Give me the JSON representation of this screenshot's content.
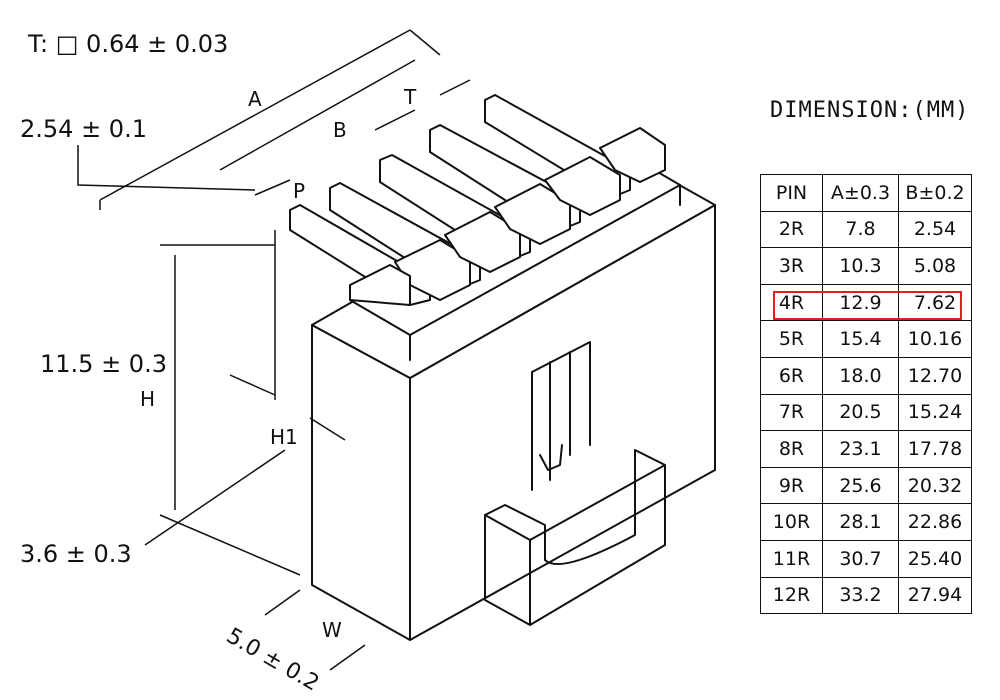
{
  "tolerance_note": "T: □ 0.64 ± 0.03",
  "labels": {
    "A": "A",
    "B": "B",
    "T": "T",
    "P": "P",
    "H": "H",
    "H1": "H1",
    "W": "W"
  },
  "dimensions": {
    "pitch": "2.54 ± 0.1",
    "height": "11.5 ± 0.3",
    "h1": "3.6 ± 0.3",
    "width": "5.0 ± 0.2"
  },
  "table": {
    "title": "DIMENSION:(MM)",
    "headers": [
      "PIN",
      "A±0.3",
      "B±0.2"
    ],
    "rows": [
      [
        "2R",
        "7.8",
        "2.54"
      ],
      [
        "3R",
        "10.3",
        "5.08"
      ],
      [
        "4R",
        "12.9",
        "7.62"
      ],
      [
        "5R",
        "15.4",
        "10.16"
      ],
      [
        "6R",
        "18.0",
        "12.70"
      ],
      [
        "7R",
        "20.5",
        "15.24"
      ],
      [
        "8R",
        "23.1",
        "17.78"
      ],
      [
        "9R",
        "25.6",
        "20.32"
      ],
      [
        "10R",
        "28.1",
        "22.86"
      ],
      [
        "11R",
        "30.7",
        "25.40"
      ],
      [
        "12R",
        "33.2",
        "27.94"
      ]
    ],
    "highlighted_row": "4R",
    "highlight_color": "#e02020"
  }
}
